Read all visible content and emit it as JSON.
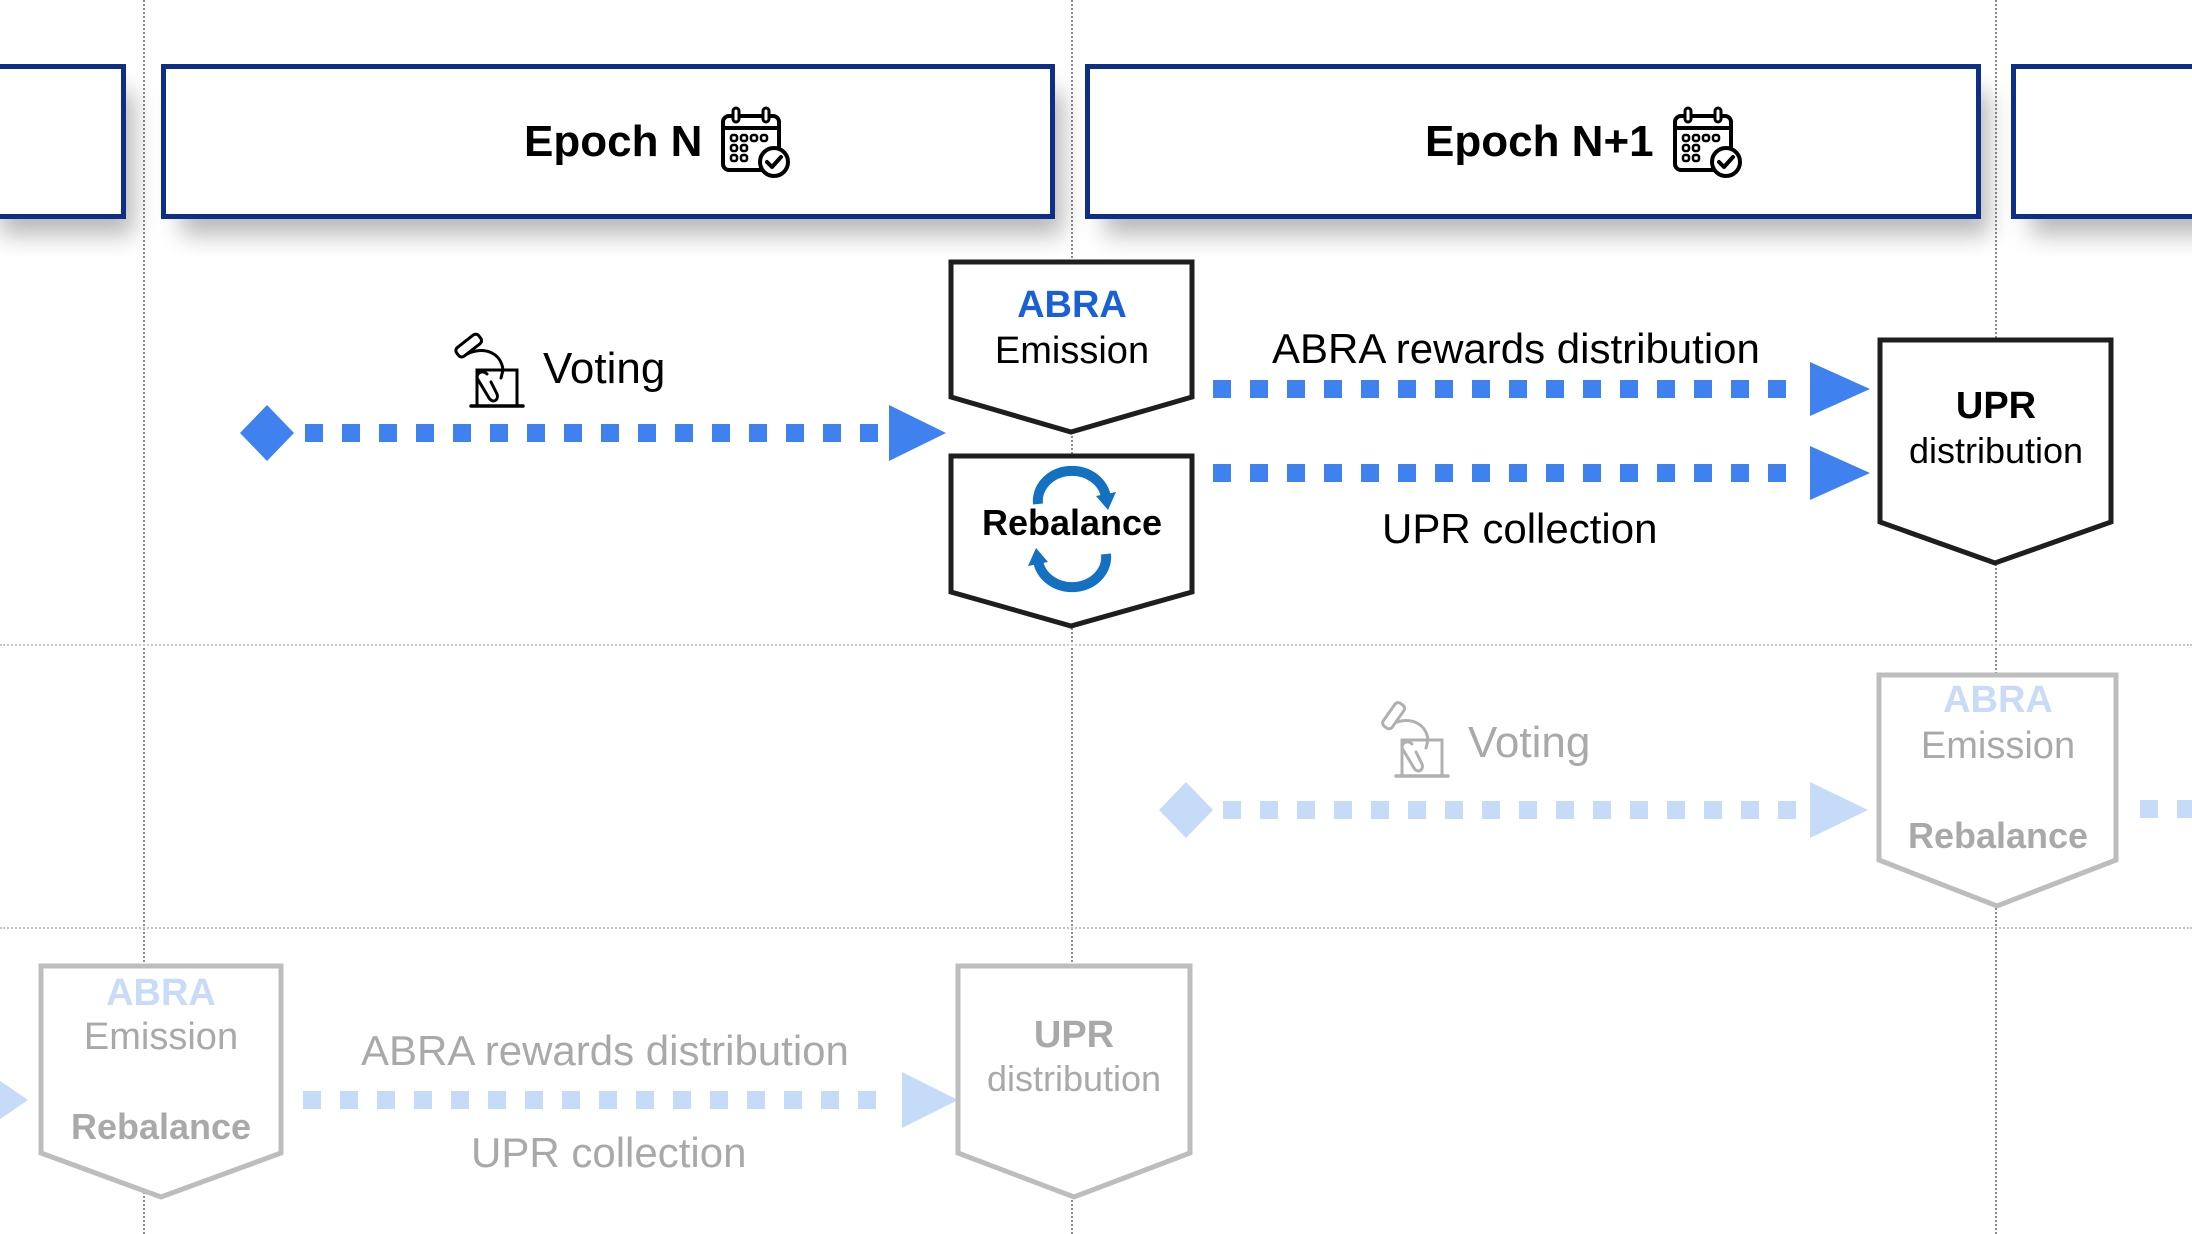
{
  "colors": {
    "arrow_active": "#3f81ee",
    "arrow_faded": "#c6dbf8",
    "abra_blue": "#1b5fd6",
    "abra_faded": "#c9dbf7",
    "epoch_border": "#0d2f87",
    "box_border": "#1e1e1e",
    "box_faded_border": "#bdbdbd",
    "text_faded": "#a9a9a9",
    "rebalance_icon": "#1470c0"
  },
  "epochs": [
    {
      "label": "",
      "icon": ""
    },
    {
      "label": "Epoch N",
      "icon": "calendar-check-icon"
    },
    {
      "label": "Epoch N+1",
      "icon": "calendar-check-icon"
    },
    {
      "label": "",
      "icon": ""
    }
  ],
  "active_cycle": {
    "voting": {
      "label": "Voting",
      "icon": "ballot-vote-icon"
    },
    "emission_box": {
      "title": "ABRA",
      "subtitle": "Emission"
    },
    "rebalance_box": {
      "title": "Rebalance",
      "icon": "refresh-cycle-icon"
    },
    "rewards_arrow_label": "ABRA rewards distribution",
    "collection_arrow_label": "UPR collection",
    "upr_box": {
      "title": "UPR",
      "subtitle": "distribution"
    }
  },
  "next_cycle": {
    "voting": {
      "label": "Voting",
      "icon": "ballot-vote-icon"
    },
    "combined_box": {
      "title": "ABRA",
      "subtitle": "Emission",
      "footer": "Rebalance"
    }
  },
  "previous_cycle": {
    "combined_box": {
      "title": "ABRA",
      "subtitle": "Emission",
      "footer": "Rebalance"
    },
    "rewards_arrow_label": "ABRA rewards distribution",
    "collection_arrow_label": "UPR collection",
    "upr_box": {
      "title": "UPR",
      "subtitle": "distribution"
    }
  }
}
